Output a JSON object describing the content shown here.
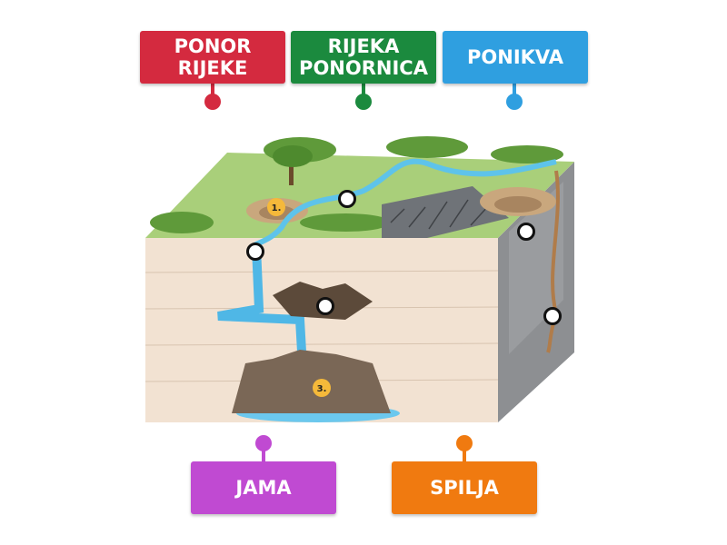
{
  "labels": [
    {
      "id": "ponor-rijeke",
      "text": "PONOR\nRIJEKE",
      "color": "#d42a3f"
    },
    {
      "id": "rijeka-ponornica",
      "text": "RIJEKA\nPONORNICA",
      "color": "#1b8a3e"
    },
    {
      "id": "ponikva",
      "text": "PONIKVA",
      "color": "#2f9fe0"
    },
    {
      "id": "jama",
      "text": "JAMA",
      "color": "#c04ad2"
    },
    {
      "id": "spilja",
      "text": "SPILJA",
      "color": "#f07a10"
    }
  ],
  "diagram": {
    "markers": [
      "1.",
      "3."
    ]
  }
}
